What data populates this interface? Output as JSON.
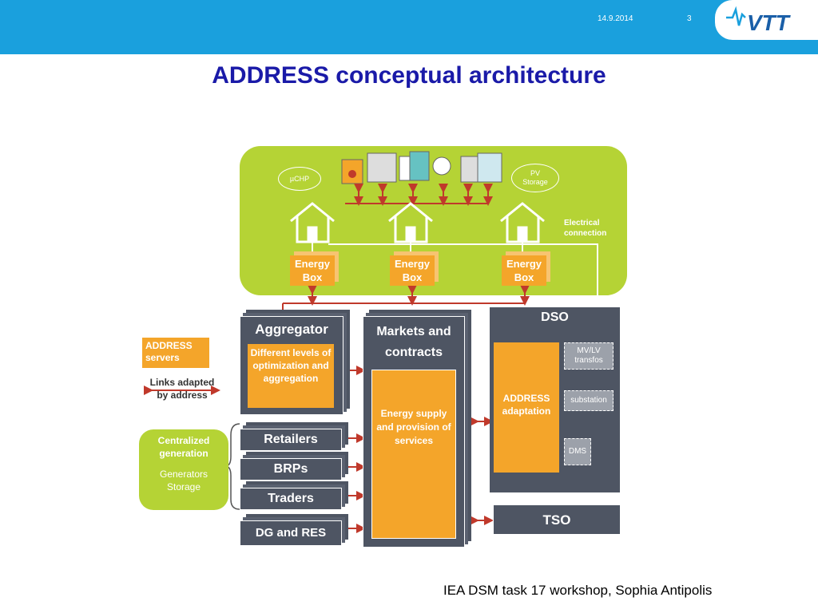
{
  "header": {
    "date": "14.9.2014",
    "page_number": "3",
    "logo": "VTT",
    "color": "#1aa0dd"
  },
  "title": "ADDRESS conceptual architecture",
  "footer": "IEA DSM task 17 workshop, Sophia Antipolis",
  "diagram": {
    "home_area": {
      "uchp": "µCHP",
      "pv_storage": "PV\nStorage",
      "electrical_connection": "Electrical\nconnection",
      "energy_box": "Energy\nBox",
      "color": "#b5d335"
    },
    "aggregator": {
      "title": "Aggregator",
      "body": "Different levels of optimization and aggregation"
    },
    "markets": {
      "title": "Markets and contracts",
      "body": "Energy supply and provision of services"
    },
    "dso": {
      "title": "DSO",
      "adaptation": "ADDRESS adaptation",
      "mvlv": "MV/LV transfos",
      "substation": "substation",
      "dms": "DMS"
    },
    "tso": "TSO",
    "retailers": "Retailers",
    "brps": "BRPs",
    "traders": "Traders",
    "dg_res": "DG and RES",
    "legend": {
      "servers": "ADDRESS servers",
      "links": "Links adapted by address",
      "orange": "#f4a52a",
      "arrow": "#c0392b"
    },
    "central_gen": {
      "title": "Centralized generation",
      "sub": "Generators Storage"
    }
  }
}
